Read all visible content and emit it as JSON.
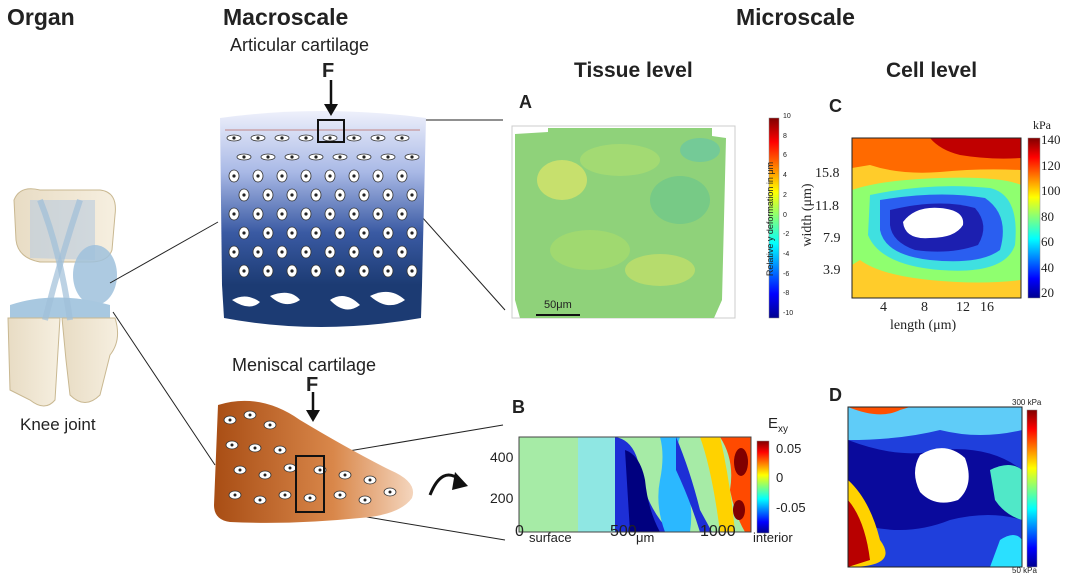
{
  "headers": {
    "organ": "Organ",
    "macroscale": "Macroscale",
    "microscale": "Microscale",
    "tissue_level": "Tissue level",
    "cell_level": "Cell level"
  },
  "knee": {
    "label": "Knee joint"
  },
  "articular": {
    "label": "Articular cartilage",
    "force": "F"
  },
  "meniscal": {
    "label": "Meniscal cartilage",
    "force": "F"
  },
  "panelA": {
    "letter": "A",
    "scale_bar": "50μm",
    "colorbar_label": "Relative y deformation in μm",
    "colorbar_ticks": [
      "10",
      "8",
      "6",
      "4",
      "2",
      "0",
      "-2",
      "-4",
      "-6",
      "-8",
      "-10"
    ]
  },
  "panelB": {
    "letter": "B",
    "y_ticks": [
      "400",
      "200"
    ],
    "x_ticks": [
      "0",
      "500",
      "1000"
    ],
    "x_label_left": "surface",
    "x_unit": "μm",
    "x_label_right": "interior",
    "colorbar_title": "E",
    "colorbar_sub": "xy",
    "colorbar_ticks": [
      "0.05",
      "0",
      "-0.05"
    ]
  },
  "panelC": {
    "letter": "C",
    "unit": "kPa",
    "y_ticks": [
      "15.8",
      "11.8",
      "7.9",
      "3.9"
    ],
    "x_ticks": [
      "4",
      "8",
      "12",
      "16"
    ],
    "ylabel": "width (μm)",
    "xlabel": "length (μm)",
    "colorbar_ticks": [
      "140",
      "120",
      "100",
      "80",
      "60",
      "40",
      "20"
    ]
  },
  "panelD": {
    "letter": "D",
    "colorbar_top": "300 kPa",
    "colorbar_bottom": "50 kPa"
  },
  "colors": {
    "jet_low": "#00008f",
    "jet_mid": "#7fff7f",
    "jet_high": "#800000",
    "cartilage_top": "#eef0fb",
    "cartilage_bottom": "#1c3b73",
    "menisc": "#c46a2a"
  }
}
